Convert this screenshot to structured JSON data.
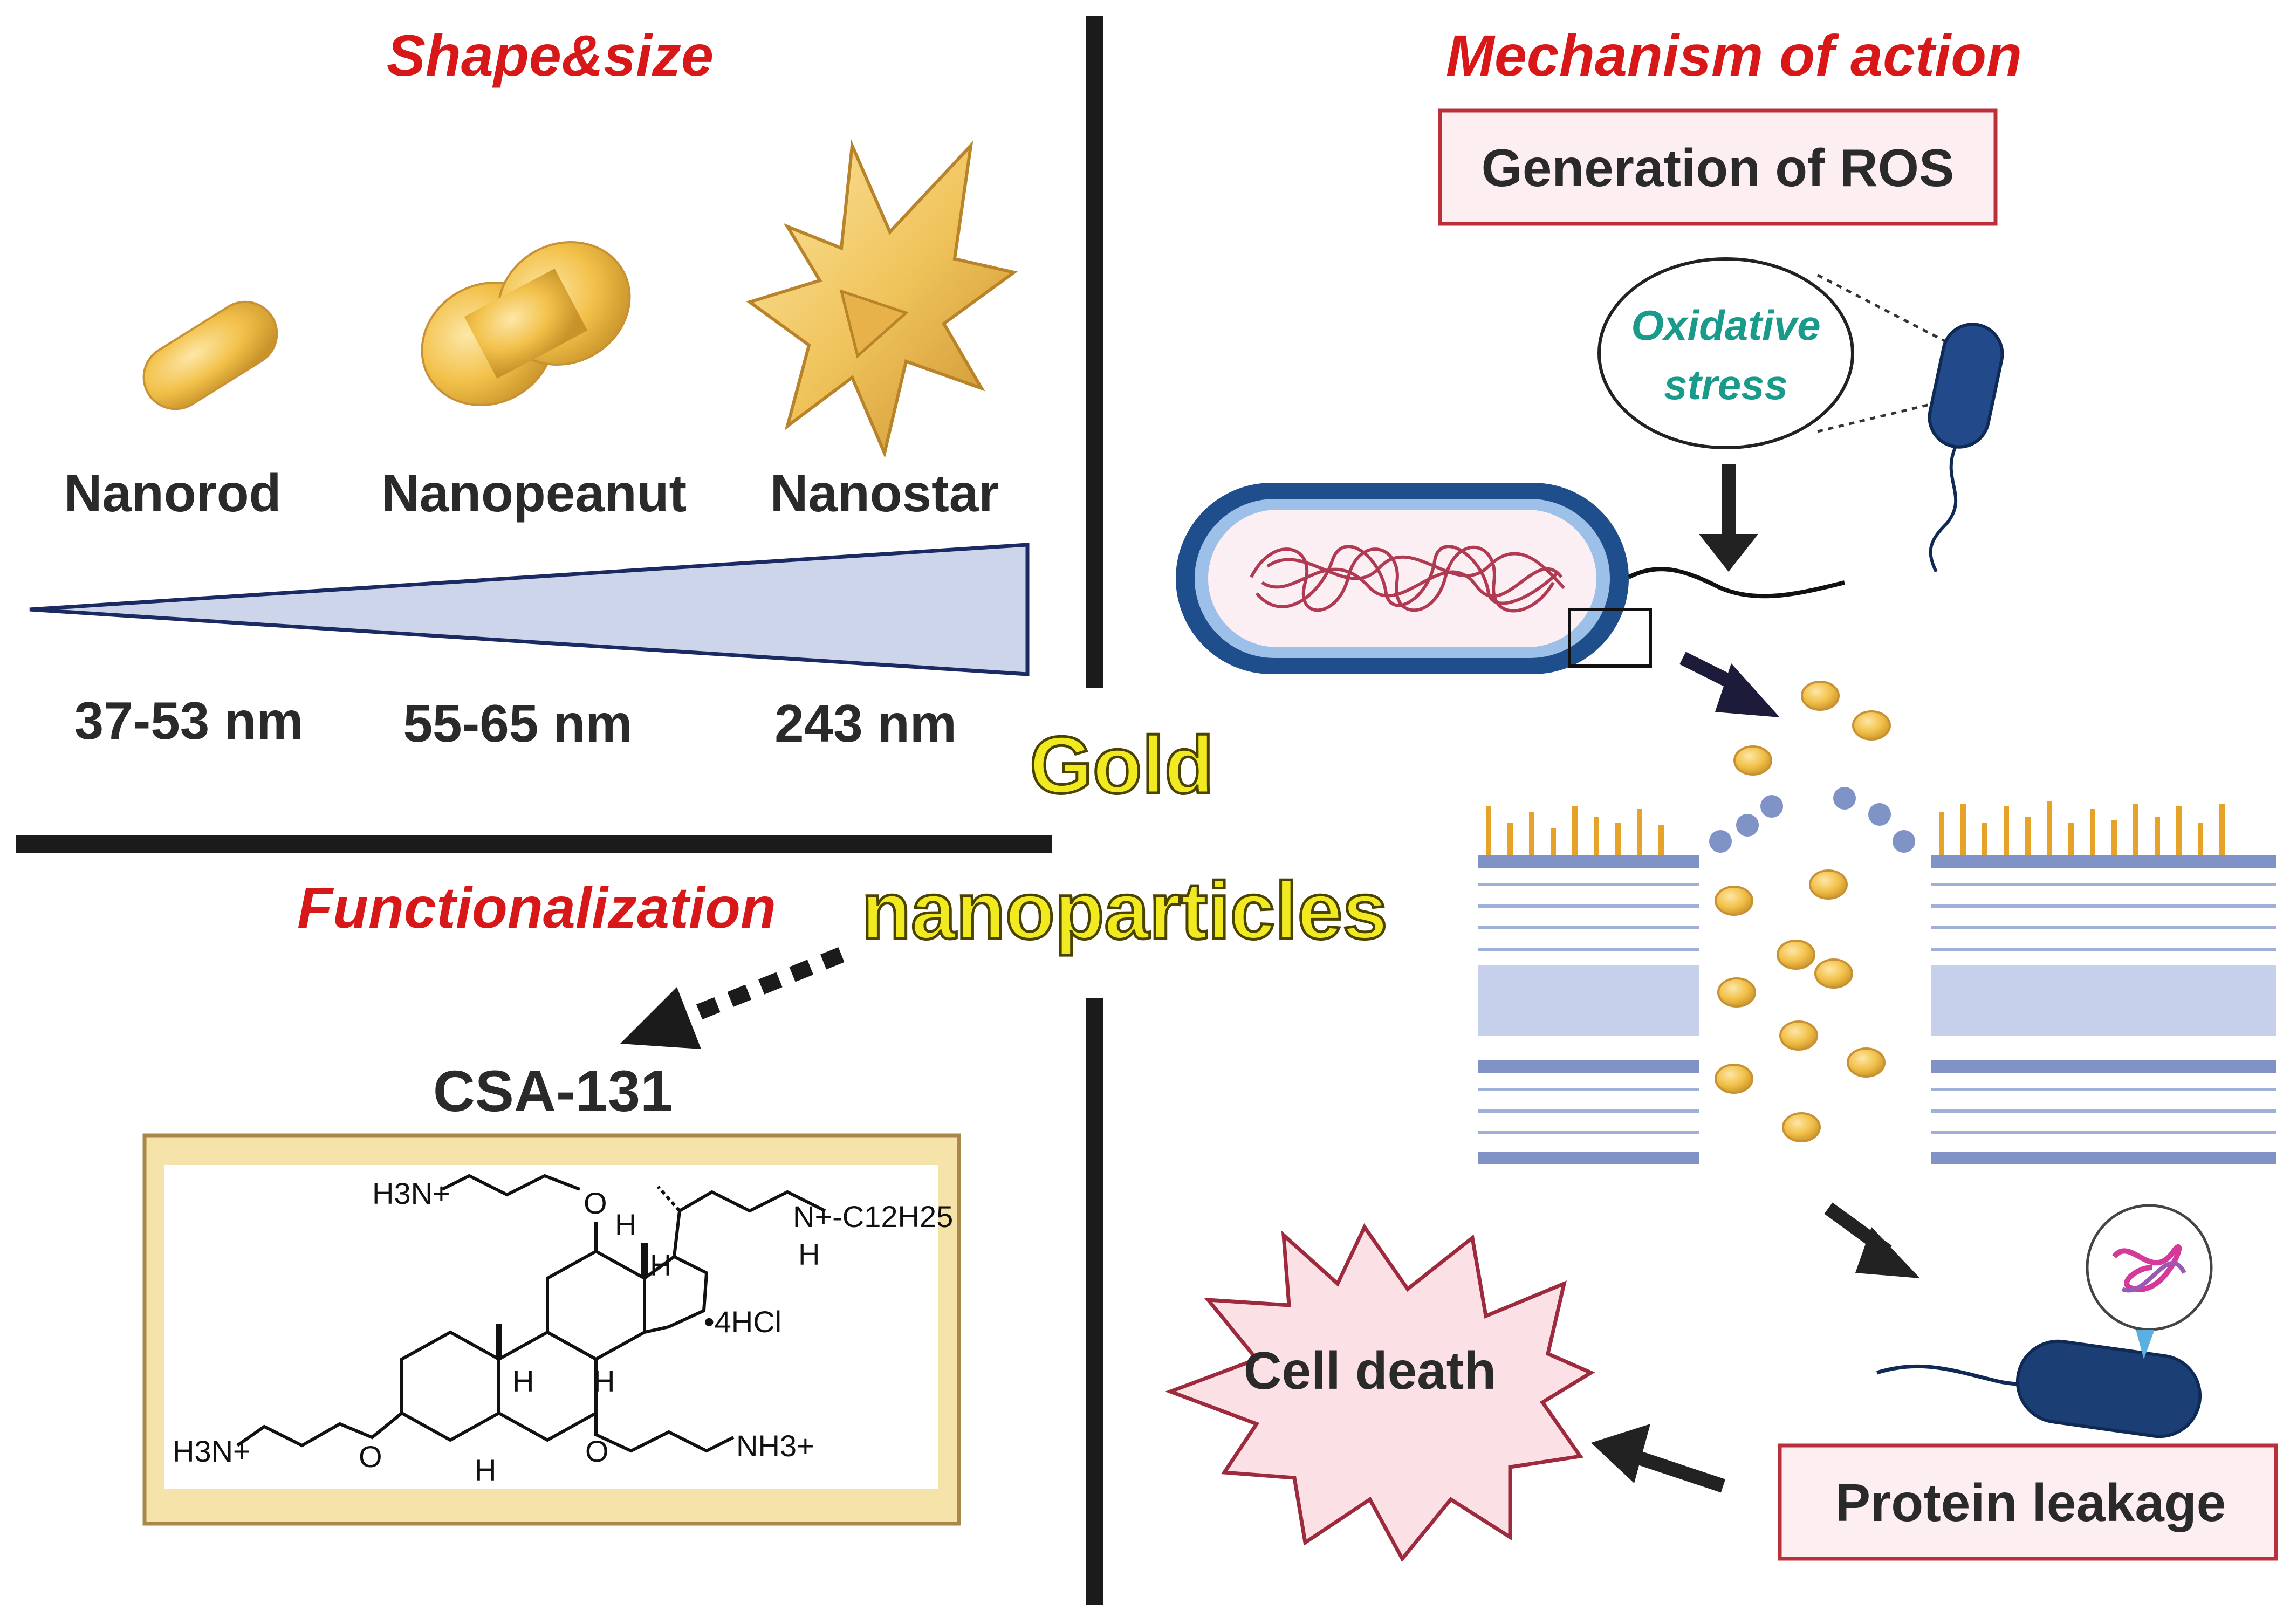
{
  "colors": {
    "heading_red": "#d81818",
    "text_dark": "#2a2a2a",
    "gold_text": "#f2ea20",
    "gold_particle": "#f2c14a",
    "bacteria_blue": "#1f4e8c",
    "oxidative_teal": "#1a9a8a",
    "box_border": "#b9303a",
    "box_fill": "#fdeef2",
    "membrane_blue": "#7f96c9",
    "wedge_fill": "#cdd5ea"
  },
  "shape_size": {
    "title": "Shape&size",
    "items": [
      {
        "shape": "Nanorod",
        "size": "37-53 nm"
      },
      {
        "shape": "Nanopeanut",
        "size": "55-65 nm"
      },
      {
        "shape": "Nanostar",
        "size": "243 nm"
      }
    ]
  },
  "center": {
    "line1": "Gold",
    "line2": "nanoparticles"
  },
  "functionalization": {
    "title": "Functionalization",
    "compound": "CSA-131",
    "structure_labels": {
      "amine_tl": "H3N+",
      "amine_bl": "H3N+",
      "amine_br": "NH3+",
      "chain": "N+-C12H25",
      "chain_h": "H",
      "salt": "•4HCl",
      "o1": "O",
      "o2": "O",
      "o3": "O",
      "h_a": "H",
      "h_b": "H",
      "h_c": "H",
      "h_d": "H",
      "h_e": "H"
    }
  },
  "mechanism": {
    "title": "Mechanism of action",
    "ros_box": "Generation of ROS",
    "oxidative_line1": "Oxidative",
    "oxidative_line2": "stress",
    "cell_death": "Cell death",
    "protein_leakage": "Protein leakage"
  }
}
